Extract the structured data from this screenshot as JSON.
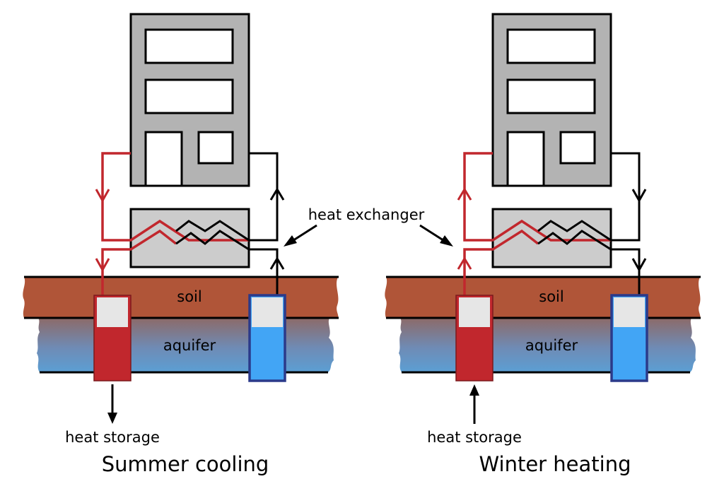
{
  "labels": {
    "heat_exchanger": "heat exchanger",
    "soil": "soil",
    "aquifer": "aquifer",
    "heat_storage": "heat storage"
  },
  "panels": [
    {
      "title": "Summer cooling",
      "storage_arrow": "down"
    },
    {
      "title": "Winter heating",
      "storage_arrow": "up"
    }
  ],
  "colors": {
    "warm": "#c1272d",
    "cold_water": "#42a5f5",
    "cold_frame": "#2b3a8a",
    "soil": "#b05538",
    "building": "#b3b3b3",
    "exchanger": "#cccccc",
    "aquifer_top": "#9a6b5e",
    "aquifer_bottom": "#5a9fd4"
  }
}
